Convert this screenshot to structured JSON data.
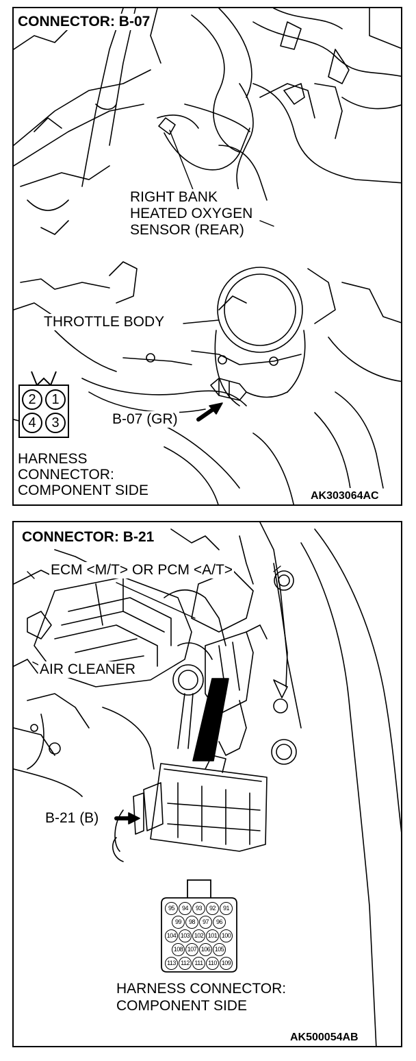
{
  "panel1": {
    "title": "CONNECTOR: B-07",
    "sensor_label": [
      "RIGHT BANK",
      "HEATED OXYGEN",
      "SENSOR (REAR)"
    ],
    "throttle_label": "THROTTLE BODY",
    "connector_callout": "B-07 (GR)",
    "pins": [
      "2",
      "1",
      "4",
      "3"
    ],
    "harness_label": [
      "HARNESS",
      "CONNECTOR:",
      "COMPONENT SIDE"
    ],
    "figure_code": "AK303064AC"
  },
  "panel2": {
    "title": "CONNECTOR: B-21",
    "ecm_label": "ECM <M/T> OR PCM <A/T>",
    "air_cleaner_label": "AIR CLEANER",
    "connector_callout": "B-21 (B)",
    "pin_rows": [
      [
        "95",
        "94",
        "93",
        "92",
        "91"
      ],
      [
        "99",
        "98",
        "97",
        "96"
      ],
      [
        "104",
        "103",
        "102",
        "101",
        "100"
      ],
      [
        "108",
        "107",
        "106",
        "105"
      ],
      [
        "113",
        "112",
        "111",
        "110",
        "109"
      ]
    ],
    "harness_label": [
      "HARNESS CONNECTOR:",
      "COMPONENT SIDE"
    ],
    "figure_code": "AK500054AB"
  }
}
